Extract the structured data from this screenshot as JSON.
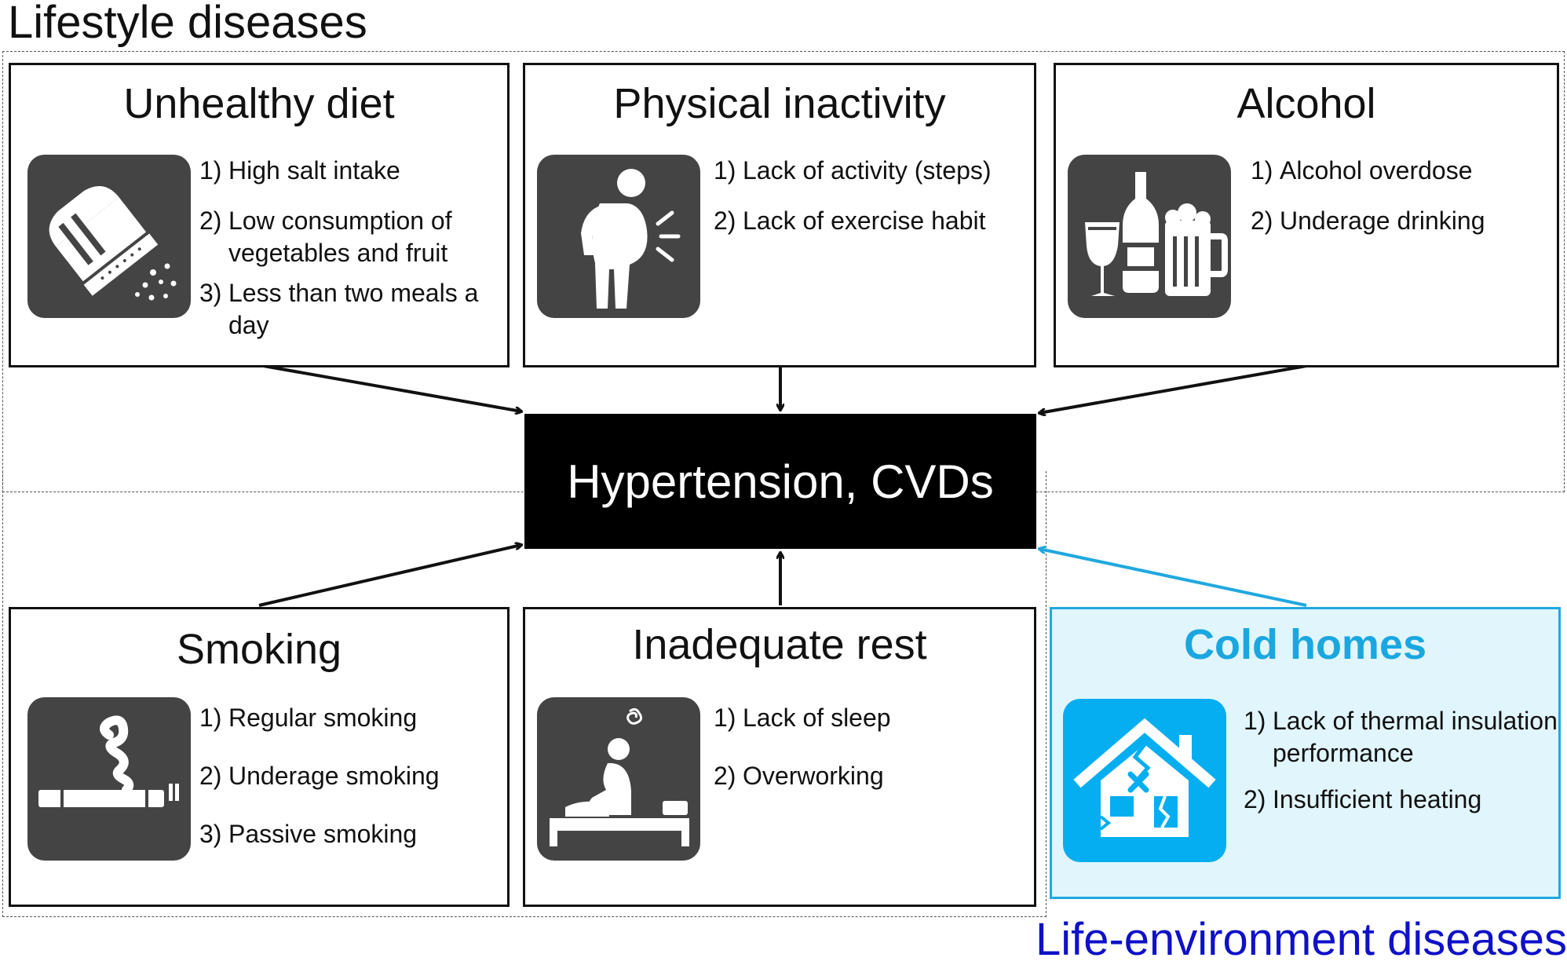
{
  "labels": {
    "lifestyle": "Lifestyle diseases",
    "life_environment": "Life-environment diseases"
  },
  "center": {
    "title": "Hypertension, CVDs"
  },
  "cards": {
    "unhealthy_diet": {
      "title": "Unhealthy diet",
      "icon": "salt-shaker-icon",
      "items": [
        {
          "num": "1)",
          "text": "High salt intake"
        },
        {
          "num": "2)",
          "text": "Low consumption of vegetables and fruit"
        },
        {
          "num": "3)",
          "text": "Less than two meals a day"
        }
      ]
    },
    "physical_inactivity": {
      "title": "Physical inactivity",
      "icon": "inactive-person-icon",
      "items": [
        {
          "num": "1)",
          "text": "Lack of activity (steps)"
        },
        {
          "num": "2)",
          "text": "Lack of exercise habit"
        }
      ]
    },
    "alcohol": {
      "title": "Alcohol",
      "icon": "alcohol-drinks-icon",
      "items": [
        {
          "num": "1)",
          "text": "Alcohol overdose"
        },
        {
          "num": "2)",
          "text": "Underage drinking"
        }
      ]
    },
    "smoking": {
      "title": "Smoking",
      "icon": "cigarette-icon",
      "items": [
        {
          "num": "1)",
          "text": "Regular smoking"
        },
        {
          "num": "2)",
          "text": "Underage smoking"
        },
        {
          "num": "3)",
          "text": "Passive smoking"
        }
      ]
    },
    "inadequate_rest": {
      "title": "Inadequate rest",
      "icon": "tired-person-bed-icon",
      "items": [
        {
          "num": "1)",
          "text": "Lack of sleep"
        },
        {
          "num": "2)",
          "text": "Overworking"
        }
      ]
    },
    "cold_homes": {
      "title": "Cold homes",
      "icon": "cracked-house-icon",
      "items": [
        {
          "num": "1)",
          "text": "Lack of thermal insulation performance"
        },
        {
          "num": "2)",
          "text": "Insufficient heating"
        }
      ]
    }
  },
  "colors": {
    "icon_bg": "#444444",
    "cold_accent": "#1aa7e0",
    "cold_fill": "#e1f5fc",
    "life_env_label": "#0f10c8",
    "arrow": "#111111",
    "cold_arrow": "#20a8df"
  }
}
